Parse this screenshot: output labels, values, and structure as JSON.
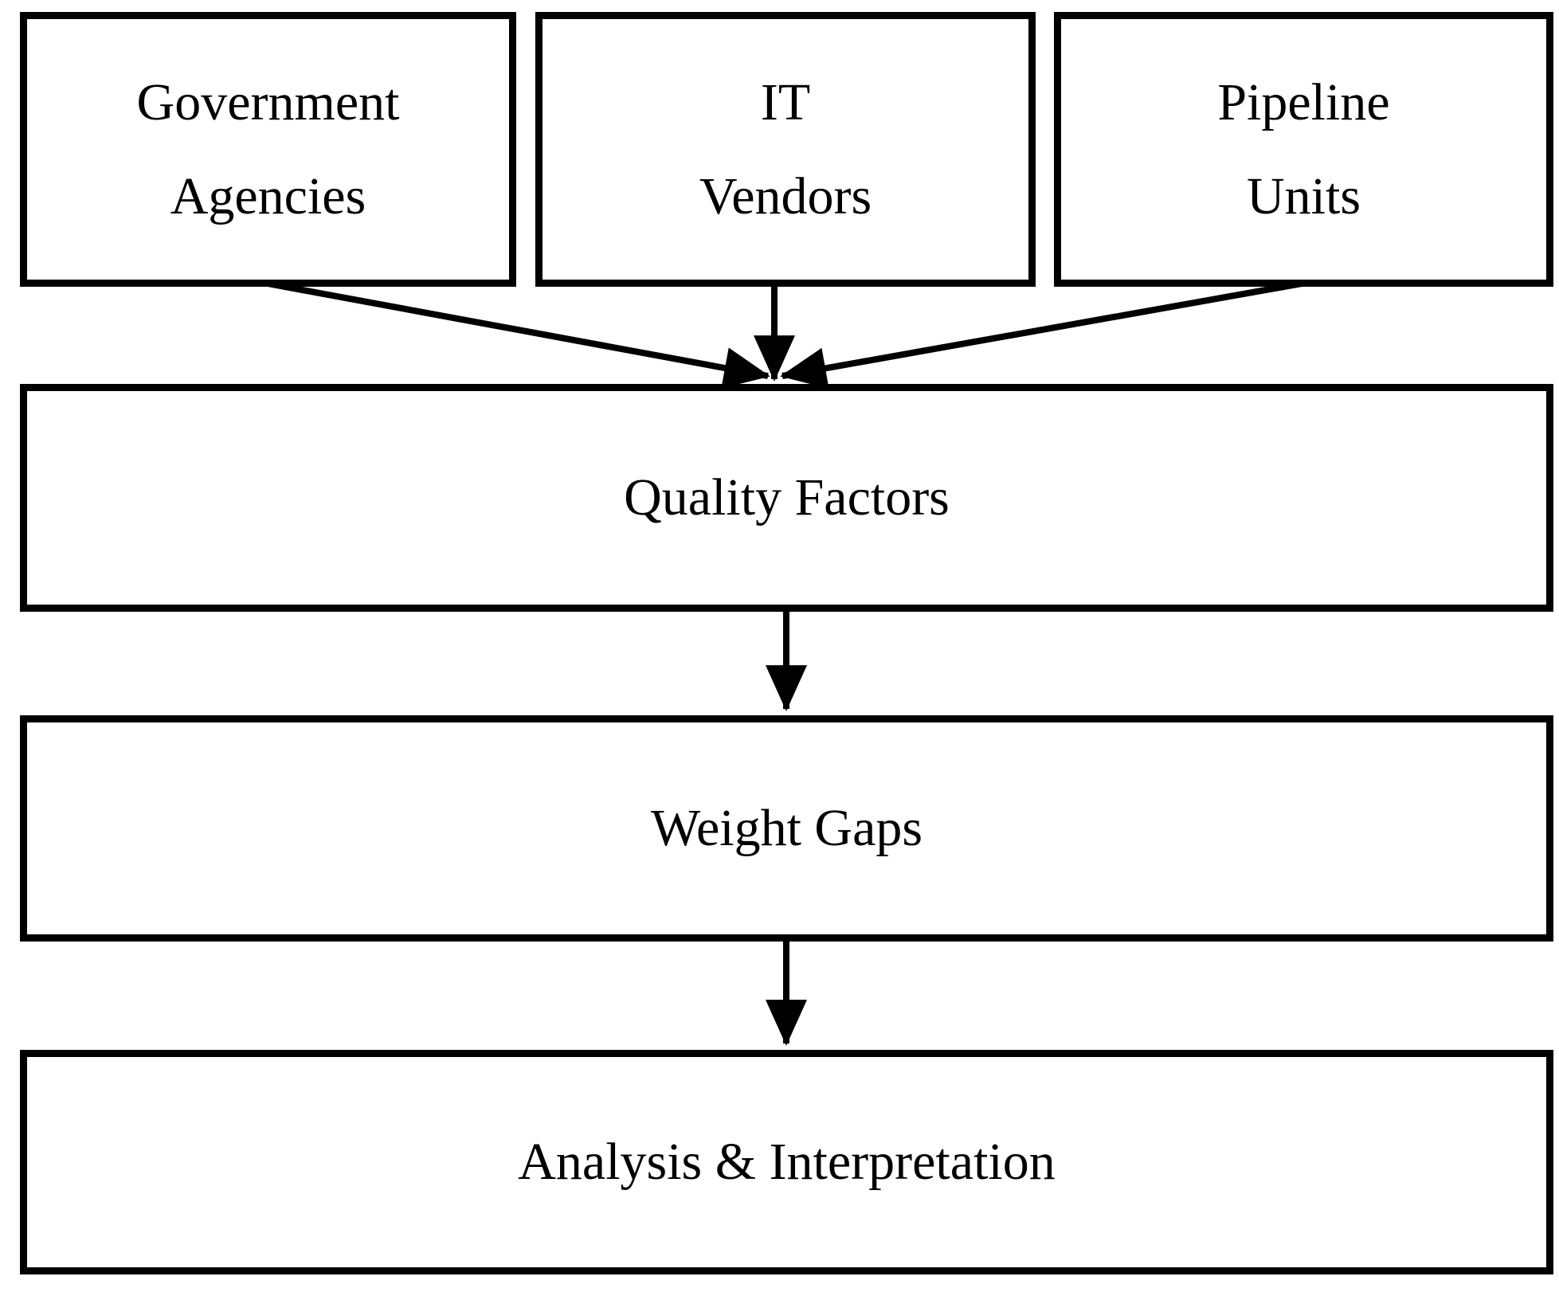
{
  "diagram": {
    "type": "flowchart",
    "background_color": "#ffffff",
    "border_color": "#000000",
    "text_color": "#000000",
    "arrow_color": "#000000",
    "nodes": {
      "government_agencies": {
        "lines": [
          "Government",
          "Agencies"
        ]
      },
      "it_vendors": {
        "lines": [
          "IT",
          "Vendors"
        ]
      },
      "pipeline_units": {
        "lines": [
          "Pipeline",
          "Units"
        ]
      },
      "quality_factors": {
        "label": "Quality Factors"
      },
      "weight_gaps": {
        "label": "Weight Gaps"
      },
      "analysis_interpretation": {
        "label": "Analysis & Interpretation"
      }
    },
    "edges": [
      {
        "from": "Government Agencies",
        "to": "Quality Factors"
      },
      {
        "from": "IT Vendors",
        "to": "Quality Factors"
      },
      {
        "from": "Pipeline Units",
        "to": "Quality Factors"
      },
      {
        "from": "Quality Factors",
        "to": "Weight Gaps"
      },
      {
        "from": "Weight Gaps",
        "to": "Analysis & Interpretation"
      }
    ]
  }
}
